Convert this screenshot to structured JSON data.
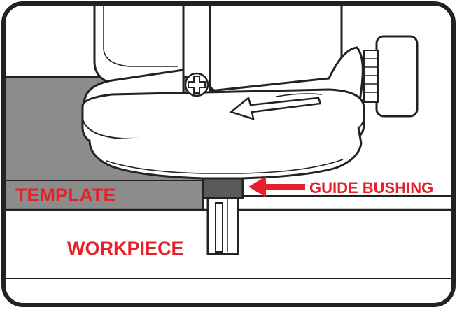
{
  "labels": {
    "template": "TEMPLATE",
    "guide_bushing": "GUIDE BUSHING",
    "workpiece": "WORKPIECE"
  },
  "colors": {
    "label_red": "#e8202a",
    "template_gray": "#8c8c8c",
    "outline": "#222222",
    "background": "#ffffff"
  }
}
